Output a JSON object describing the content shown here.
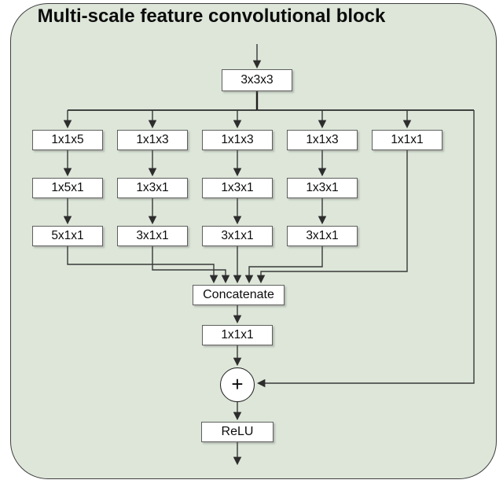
{
  "diagram": {
    "title": "Multi-scale feature convolutional block",
    "input_block": {
      "label": "3x3x3"
    },
    "branches": [
      {
        "layers": [
          "1x1x5",
          "1x5x1",
          "5x1x1"
        ]
      },
      {
        "layers": [
          "1x1x3",
          "1x3x1",
          "3x1x1"
        ]
      },
      {
        "layers": [
          "1x1x3",
          "1x3x1",
          "3x1x1"
        ]
      },
      {
        "layers": [
          "1x1x3",
          "1x3x1",
          "3x1x1"
        ]
      },
      {
        "layers": [
          "1x1x1"
        ]
      }
    ],
    "merge_block": {
      "label": "Concatenate"
    },
    "projection_block": {
      "label": "1x1x1"
    },
    "sum_node": {
      "label": "+"
    },
    "activation_block": {
      "label": "ReLU"
    },
    "colors": {
      "panel_bg": "#dde6d9",
      "panel_border": "#3f3f3f",
      "box_bg": "#ffffff",
      "box_border": "#5f5f5f",
      "wire": "#383838"
    }
  }
}
